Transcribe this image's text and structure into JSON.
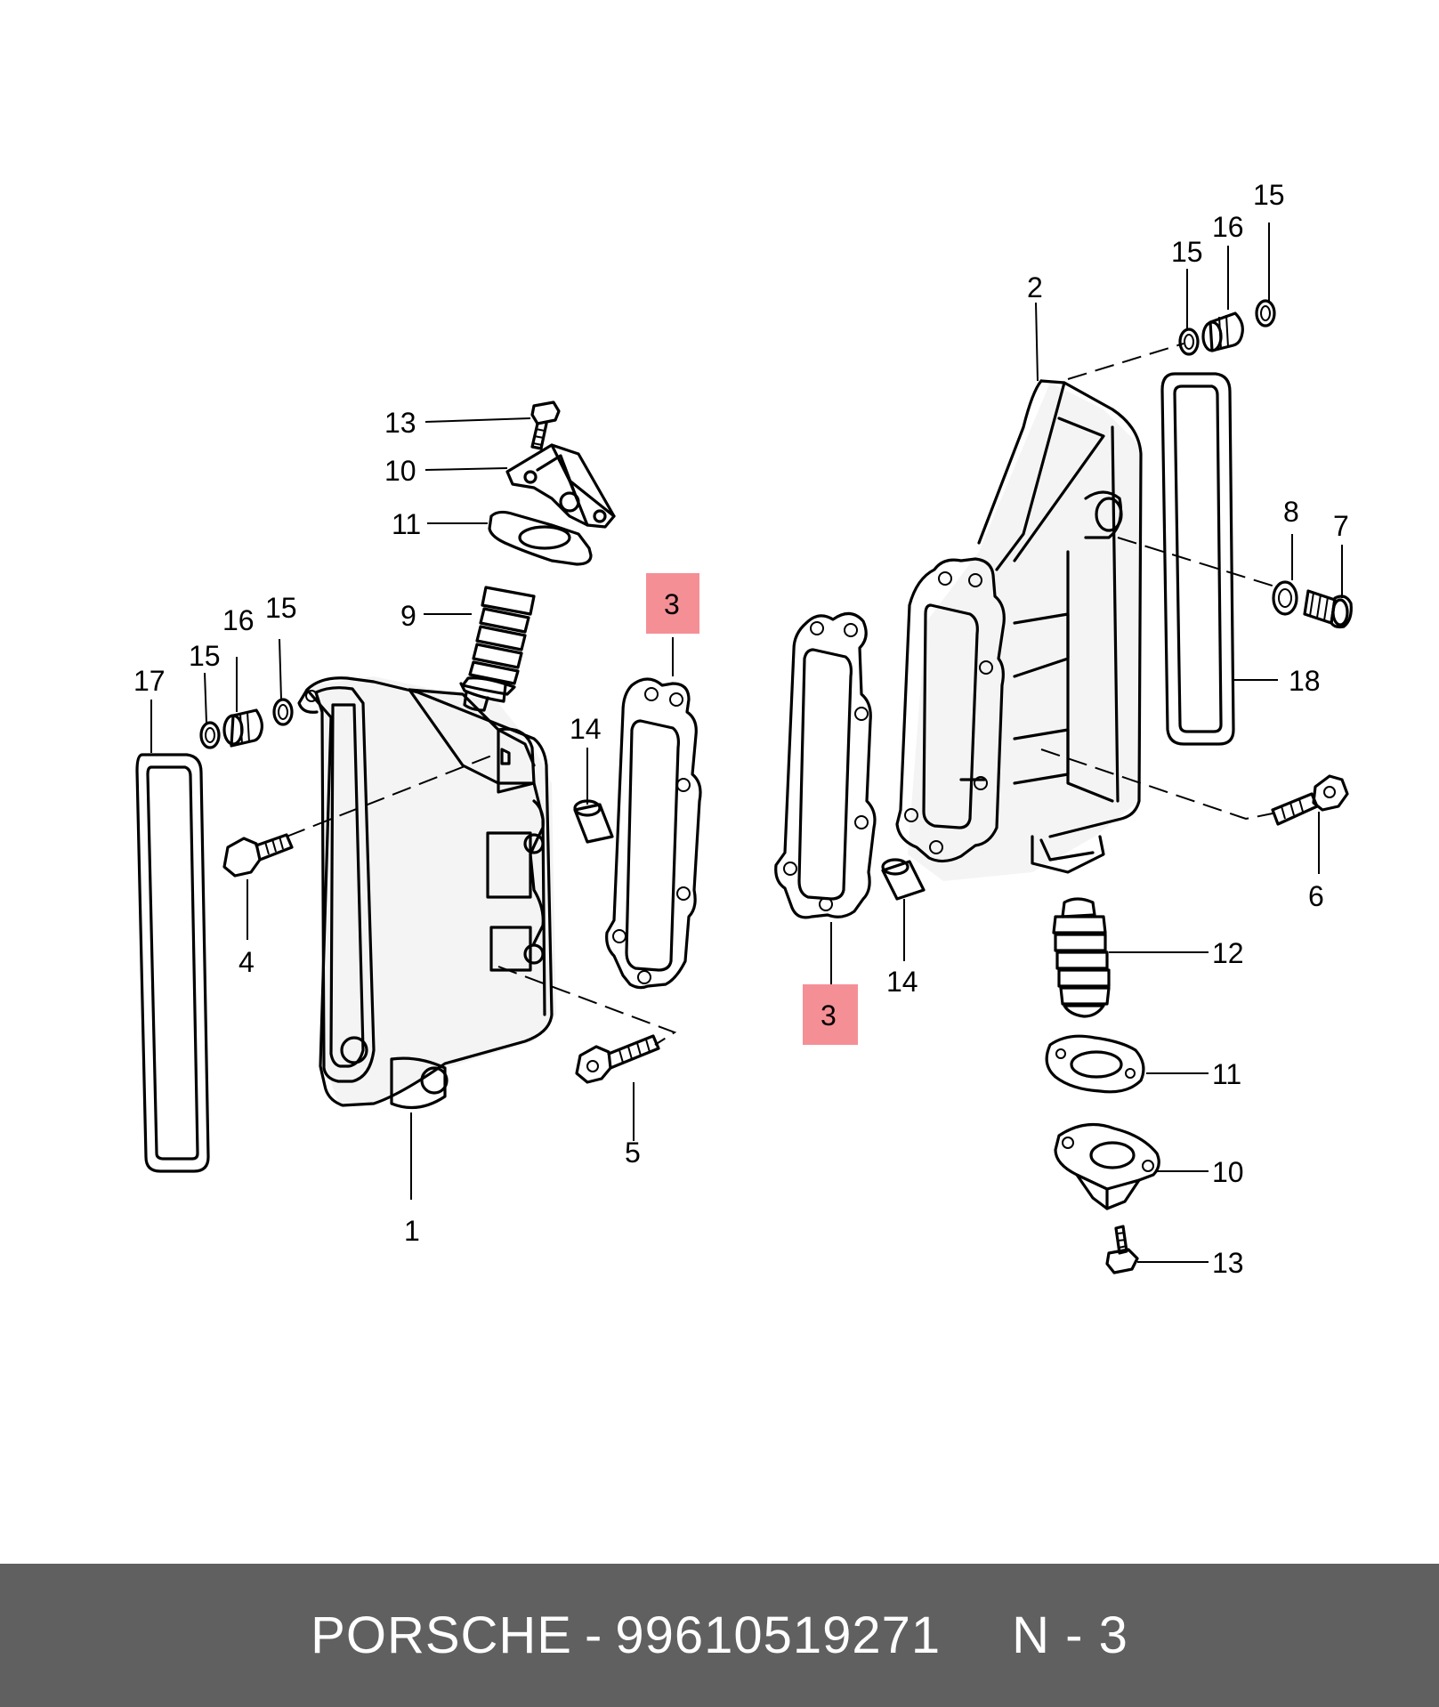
{
  "diagram": {
    "labels": {
      "l1": "1",
      "l2": "2",
      "l3a": "3",
      "l3b": "3",
      "l4": "4",
      "l5": "5",
      "l6": "6",
      "l7": "7",
      "l8": "8",
      "l9": "9",
      "l10a": "10",
      "l10b": "10",
      "l11a": "11",
      "l11b": "11",
      "l12": "12",
      "l13a": "13",
      "l13b": "13",
      "l14a": "14",
      "l14b": "14",
      "l15a": "15",
      "l15b": "15",
      "l15c": "15",
      "l15d": "15",
      "l16a": "16",
      "l16b": "16",
      "l17": "17",
      "l18": "18"
    },
    "highlight_color": "#f58f96"
  },
  "footer": {
    "brand": "PORSCHE",
    "separator": "-",
    "part_number": "99610519271",
    "position": "N - 3"
  }
}
